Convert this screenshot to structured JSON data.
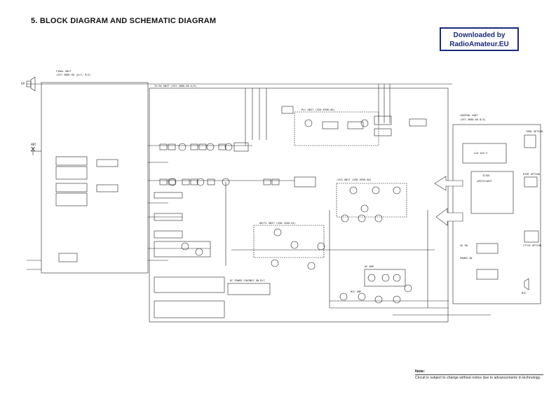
{
  "title": "5. BLOCK DIAGRAM AND SCHEMATIC DIAGRAM",
  "badge": {
    "line1": "Downloaded by",
    "line2": "RadioAmateur.EU"
  },
  "units": {
    "final": "FINAL UNIT",
    "final_part": "(X57-3680-00 (A/2, B/4)",
    "txrx": "TX-RX UNIT (X57-3680-00 A/4)",
    "control": "CONTROL UNIT",
    "control_part": "(X57-3680-00 B/4)",
    "pll": "PLL UNIT (X58-3690-00)",
    "vco": "(VCO UNIT (X58-3690-00)",
    "am_unit": "AM/FL UNIT (X58-3260-01)"
  },
  "blocks": {
    "lcd": "LCD ASS'Y",
    "ic": "IC301",
    "ic_part": "uPD75116GF",
    "mic": "MIC",
    "ant": "ANT",
    "sp": "SP",
    "dc": "DC POWER CHAINES ON M/C",
    "tone": "TONE OPTION",
    "dtmf": "DTMF OPTION",
    "ctcss": "CTCSS OPTION",
    "af_amp": "AF AMP",
    "mic_amp": "MIC AMP",
    "sw": "5V SW",
    "pwr": "POWER SW"
  },
  "note": {
    "label": "Note:",
    "text": "Circuit is subject to change without notice due to advancements in technology."
  }
}
